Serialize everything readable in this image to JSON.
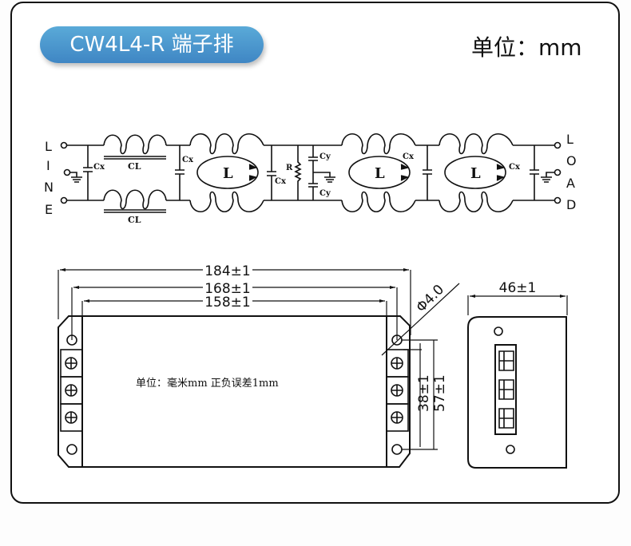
{
  "header": {
    "title": "CW4L4-R 端子排",
    "unit_label": "单位：mm",
    "accent_color": "#4a97cf"
  },
  "schematic": {
    "line_letters": [
      "L",
      "I",
      "N",
      "E"
    ],
    "load_letters": [
      "L",
      "O",
      "A",
      "D"
    ],
    "labels": {
      "cx": "Cx",
      "cy": "Cy",
      "cl": "CL",
      "r": "R",
      "l": "L"
    }
  },
  "drawing": {
    "dim_overall": "184±1",
    "dim_mount": "168±1",
    "dim_body": "158±1",
    "dim_hole": "Φ4.0",
    "dim_terminal_span": "38±1",
    "dim_height": "57±1",
    "dim_side_width": "46±1",
    "note": "单位：毫米mm  正负误差1mm"
  }
}
